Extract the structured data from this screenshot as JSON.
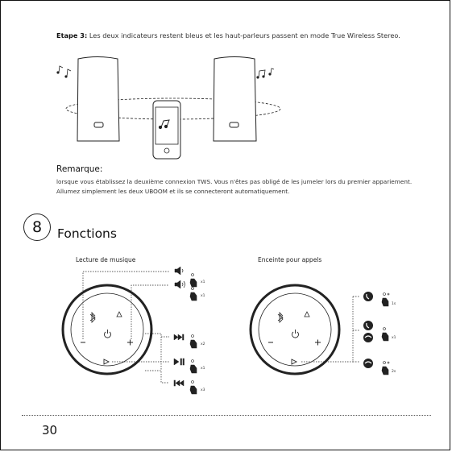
{
  "step3": {
    "label": "Etape 3:",
    "text": "Les deux indicateurs restent bleus et les haut-parleurs passent en mode True Wireless Stereo."
  },
  "remark": {
    "heading": "Remarque:",
    "line1": "lorsque vous établissez la deuxième connexion TWS. Vous n'êtes pas obligé de les jumeler lors du premier appariement.",
    "line2": "Allumez simplement les deux UBOOM et ils se connecteront automatiquement."
  },
  "section": {
    "number": "8",
    "title": "Fonctions"
  },
  "music": {
    "title": "Lecture de musique",
    "controls": [
      {
        "icon": "volume-down-icon",
        "press": "x1"
      },
      {
        "icon": "volume-up-icon",
        "press": "x1"
      },
      {
        "icon": "next-track-icon",
        "press": "x2"
      },
      {
        "icon": "play-pause-icon",
        "press": "x1"
      },
      {
        "icon": "previous-track-icon",
        "press": "x3"
      }
    ]
  },
  "calls": {
    "title": "Enceinte pour appels",
    "controls": [
      {
        "icon": "answer-call-icon",
        "press": "1s"
      },
      {
        "icon": "end-call-icon",
        "press": "x1"
      },
      {
        "icon": "reject-call-icon",
        "press": "2s"
      }
    ]
  },
  "page_number": "30",
  "colors": {
    "ink": "#222222",
    "background": "#ffffff",
    "frame": "#111111"
  }
}
